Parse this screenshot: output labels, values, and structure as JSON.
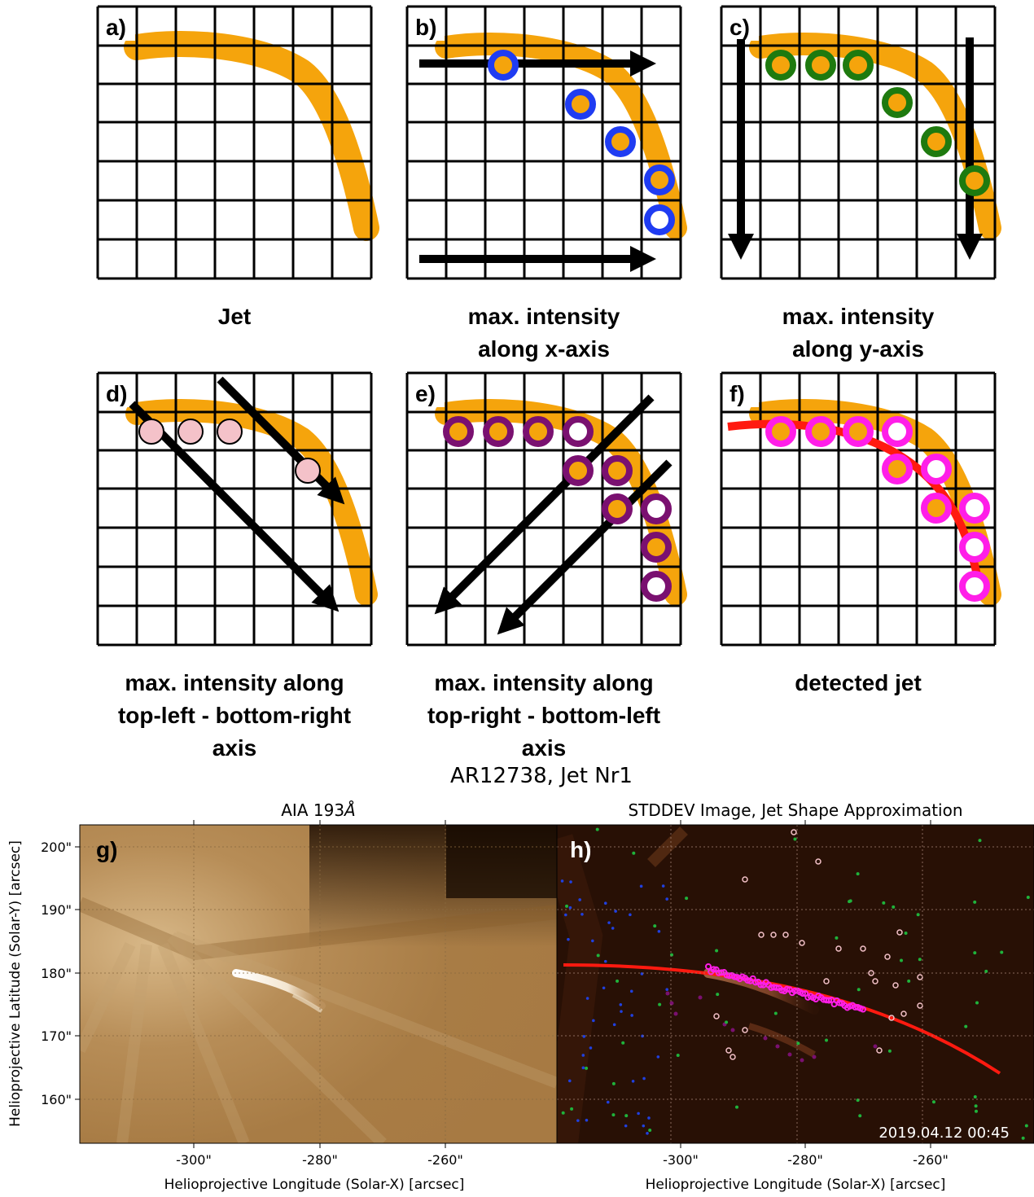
{
  "panels": [
    {
      "id": "a",
      "label": "a)",
      "caption": [
        "Jet"
      ]
    },
    {
      "id": "b",
      "label": "b)",
      "caption": [
        "max. intensity",
        "along x-axis"
      ]
    },
    {
      "id": "c",
      "label": "c)",
      "caption": [
        "max. intensity",
        "along y-axis"
      ]
    },
    {
      "id": "d",
      "label": "d)",
      "caption": [
        "max. intensity along",
        "top-left - bottom-right",
        "axis"
      ]
    },
    {
      "id": "e",
      "label": "e)",
      "caption": [
        "max. intensity along",
        "top-right - bottom-left",
        "axis"
      ]
    },
    {
      "id": "f",
      "label": "f)",
      "caption": [
        "detected jet"
      ]
    }
  ],
  "colors": {
    "jet": "#f5a40c",
    "x_axis_marker": "#1f3cf2",
    "y_axis_marker": "#1e7a0f",
    "diag1_marker": "#f4c2c9",
    "diag2_marker": "#7a1070",
    "detected_marker": "#ff1ee8",
    "fit_line": "#ff1a10",
    "aia_colormap": "sdoaia193",
    "stddev_colormap": "dark-red"
  },
  "figure": {
    "suptitle": "AR12738, Jet Nr1",
    "g": {
      "label": "g)",
      "title": "AIA 193",
      "title_unit": "Å",
      "xlabel": "Helioprojective Longitude (Solar-X) [arcsec]",
      "ylabel": "Helioprojective Latitude (Solar-Y) [arcsec]",
      "xticks": [
        "-300\"",
        "-280\"",
        "-260\""
      ],
      "yticks": [
        "200\"",
        "190\"",
        "180\"",
        "170\"",
        "160\""
      ]
    },
    "h": {
      "label": "h)",
      "title": "STDDEV Image, Jet Shape Approximation",
      "xlabel": "Helioprojective Longitude (Solar-X) [arcsec]",
      "xticks": [
        "-300\"",
        "-280\"",
        "-260\""
      ],
      "timestamp": "2019.04.12 00:45"
    }
  }
}
